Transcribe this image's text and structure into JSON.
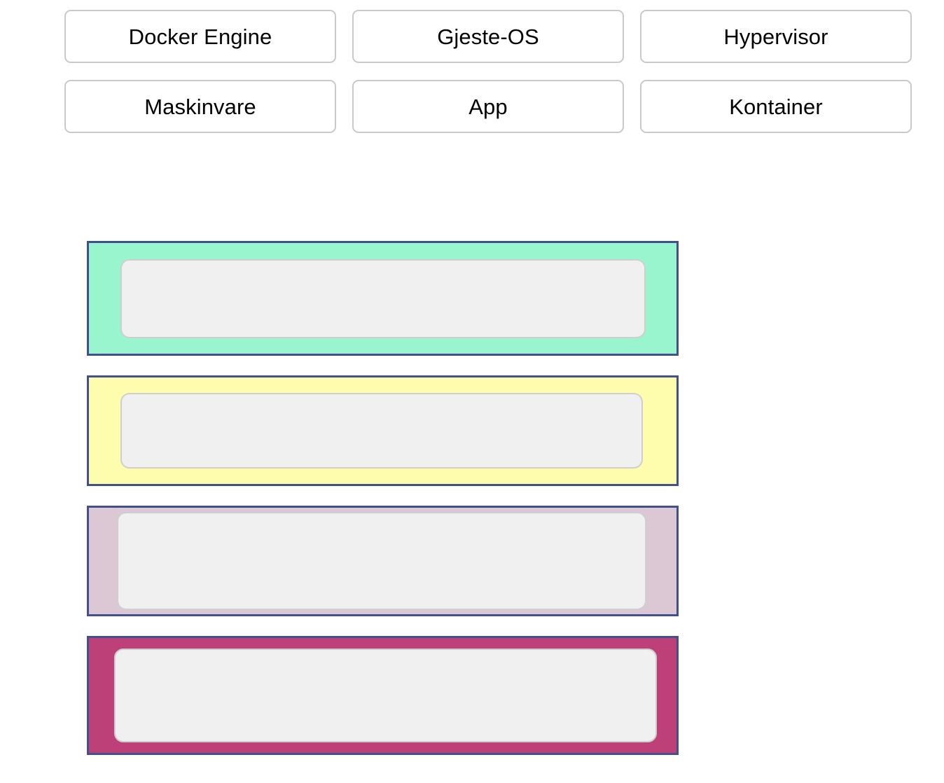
{
  "tile_bank": {
    "tiles": [
      {
        "label": "Docker Engine"
      },
      {
        "label": "Gjeste-OS"
      },
      {
        "label": "Hypervisor"
      },
      {
        "label": "Maskinvare"
      },
      {
        "label": "App"
      },
      {
        "label": "Kontainer"
      }
    ]
  },
  "dropzones": {
    "border_color": "#42518a",
    "slot_fill": "#f0f0f0",
    "slot_border": "#cfcfcf",
    "rows": [
      {
        "fill_color": "#99f5ce",
        "content": ""
      },
      {
        "fill_color": "#fdfdad",
        "content": ""
      },
      {
        "fill_color": "#dcc7d4",
        "content": ""
      },
      {
        "fill_color": "#be4079",
        "content": ""
      }
    ]
  }
}
